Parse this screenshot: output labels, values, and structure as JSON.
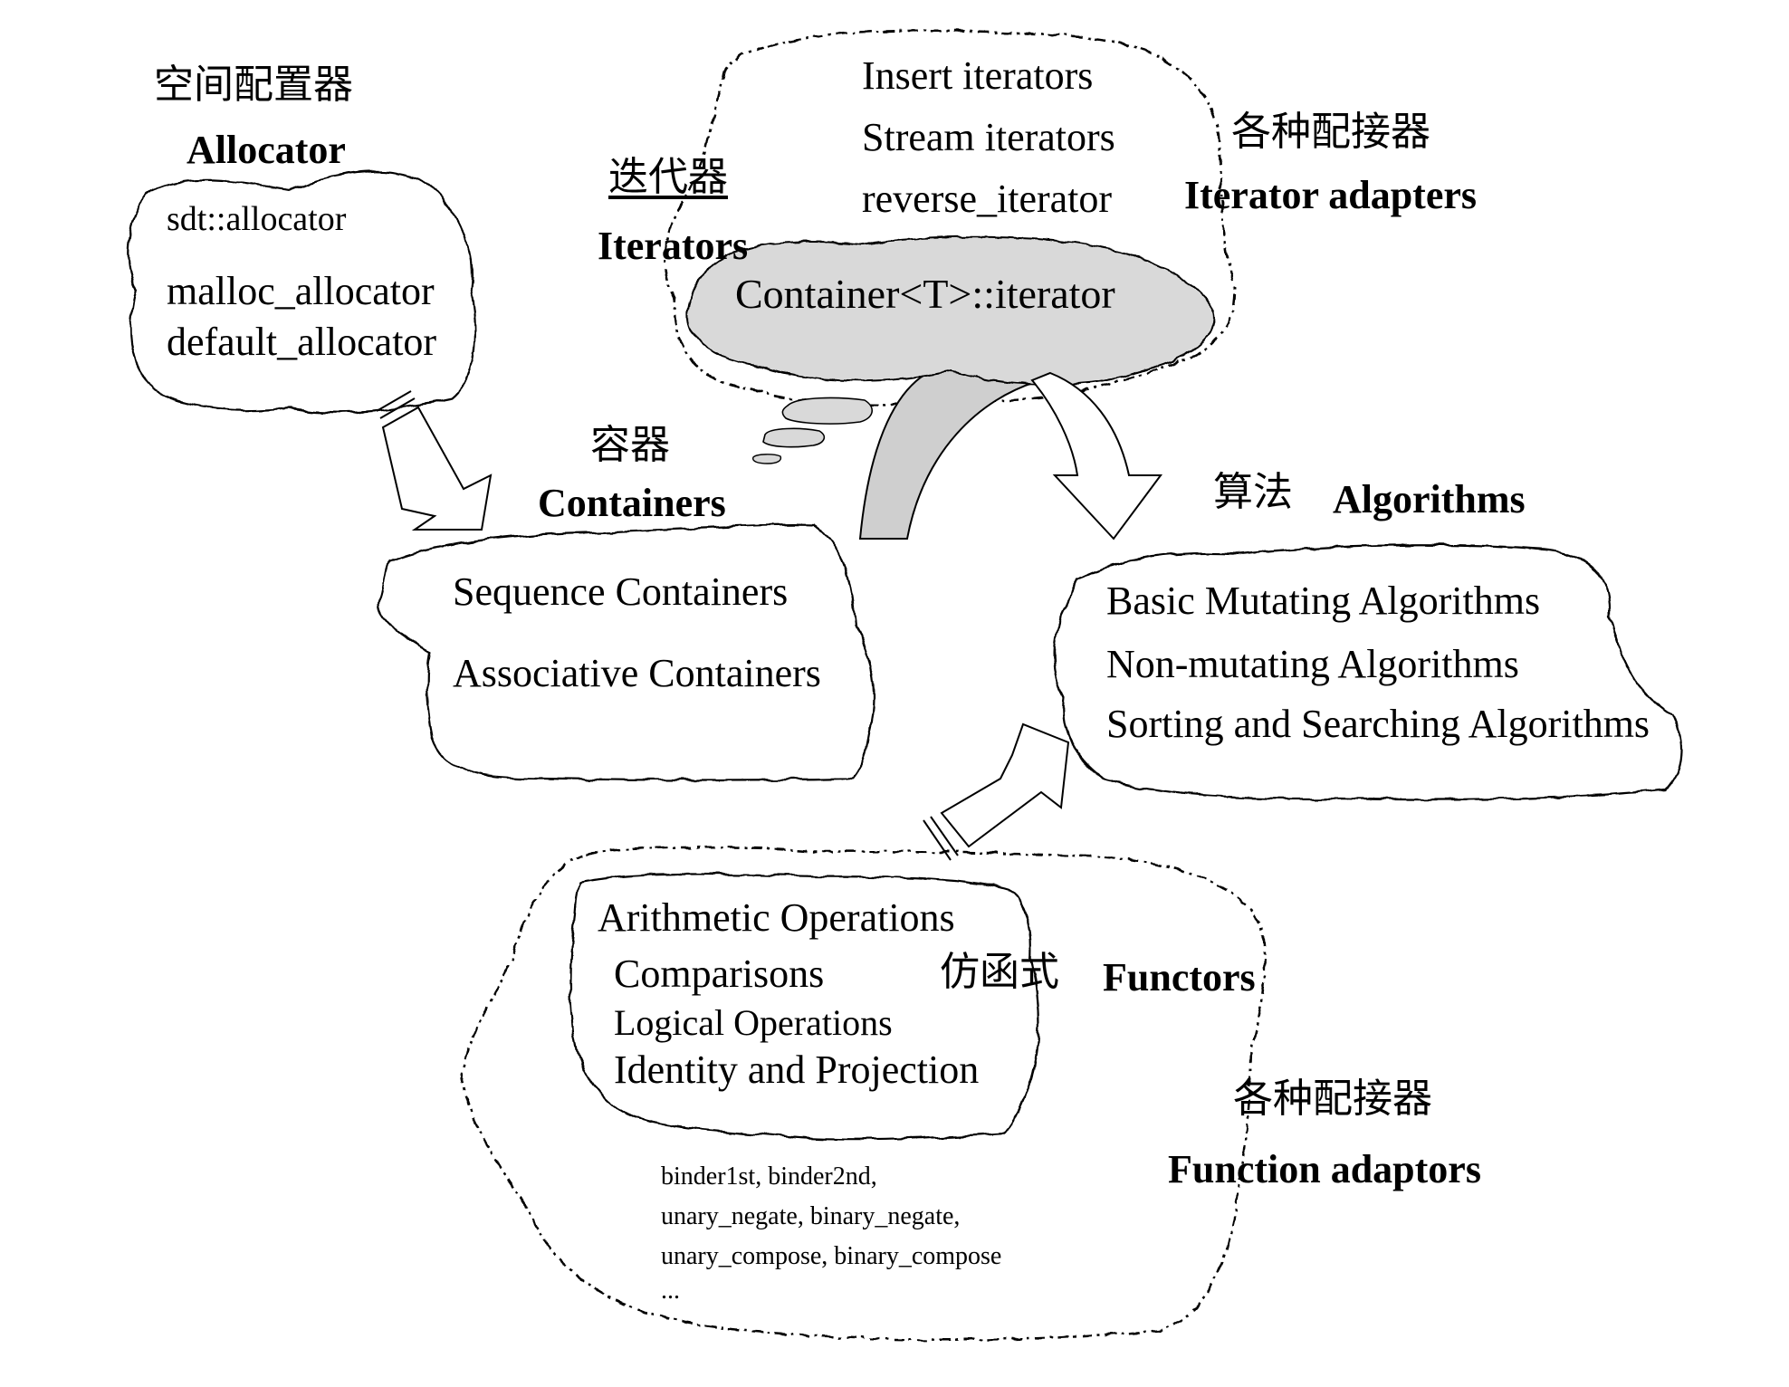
{
  "allocator": {
    "title_cn": "空间配置器",
    "title_en": "Allocator",
    "items": [
      "sdt::allocator",
      "malloc_allocator",
      "default_allocator"
    ]
  },
  "iterators": {
    "title_cn": "迭代器",
    "title_en": "Iterators",
    "core": "Container<T>::iterator"
  },
  "iterator_adapters": {
    "title_cn": "各种配接器",
    "title_en": "Iterator adapters",
    "items": [
      "Insert iterators",
      "Stream iterators",
      "reverse_iterator"
    ]
  },
  "containers": {
    "title_cn": "容器",
    "title_en": "Containers",
    "items": [
      "Sequence Containers",
      "Associative Containers"
    ]
  },
  "algorithms": {
    "title_cn": "算法",
    "title_en": "Algorithms",
    "items": [
      "Basic Mutating Algorithms",
      "Non-mutating Algorithms",
      "Sorting and Searching Algorithms"
    ]
  },
  "functors": {
    "title_cn": "仿函式",
    "title_en": "Functors",
    "items": [
      "Arithmetic Operations",
      "Comparisons",
      "Logical Operations",
      "Identity and Projection"
    ]
  },
  "function_adaptors": {
    "title_cn": "各种配接器",
    "title_en": "Function adaptors",
    "items": [
      "binder1st, binder2nd,",
      "unary_negate, binary_negate,",
      "unary_compose, binary_compose",
      "..."
    ]
  },
  "colors": {
    "iterator_cloud_fill": "#d9d9d9",
    "bridge_fill": "#cfcfcf",
    "stroke": "#000000"
  }
}
